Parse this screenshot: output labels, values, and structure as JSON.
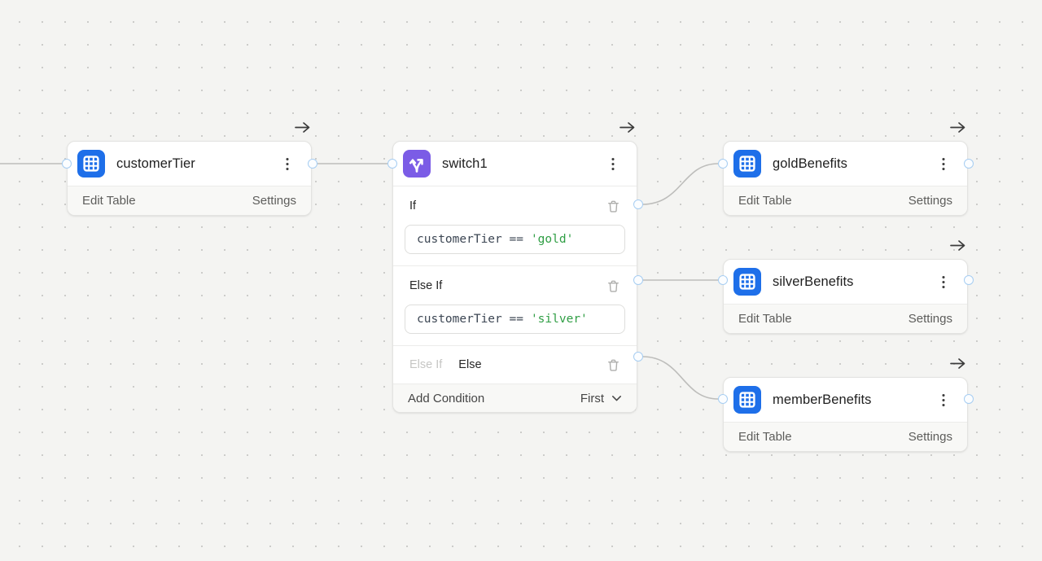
{
  "canvas": {
    "kind": "workflow-editor-canvas",
    "colors": {
      "background": "#f4f4f2",
      "grid_dot": "#c9c9c7",
      "node_blue": "#1e6fe9",
      "node_purple": "#7b5ce6",
      "code_string_green": "#2f9e44",
      "code_text": "#3c4653",
      "wire": "#bdbdbb",
      "port_ring": "#a6cdf2"
    },
    "icons": {
      "table": "table-grid-icon",
      "switch": "branch-split-icon",
      "menu": "kebab-menu-icon",
      "delete": "trash-icon",
      "dropdown": "chevron-down-icon",
      "output": "arrow-right-icon"
    }
  },
  "nodes": {
    "customer_tier": {
      "title": "customerTier",
      "actions": {
        "edit": "Edit Table",
        "settings": "Settings"
      }
    },
    "switch1": {
      "title": "switch1",
      "cond_if": {
        "label": "If",
        "code": "customerTier ==",
        "value": "'gold'"
      },
      "cond_else_if": {
        "label": "Else If",
        "code": "customerTier ==",
        "value": "'silver'"
      },
      "cond_else": {
        "muted_label": "Else If",
        "label": "Else"
      },
      "footer": {
        "add": "Add Condition",
        "order": "First"
      }
    },
    "gold_benefits": {
      "title": "goldBenefits",
      "actions": {
        "edit": "Edit Table",
        "settings": "Settings"
      }
    },
    "silver_benefits": {
      "title": "silverBenefits",
      "actions": {
        "edit": "Edit Table",
        "settings": "Settings"
      }
    },
    "member_benefits": {
      "title": "memberBenefits",
      "actions": {
        "edit": "Edit Table",
        "settings": "Settings"
      }
    }
  }
}
